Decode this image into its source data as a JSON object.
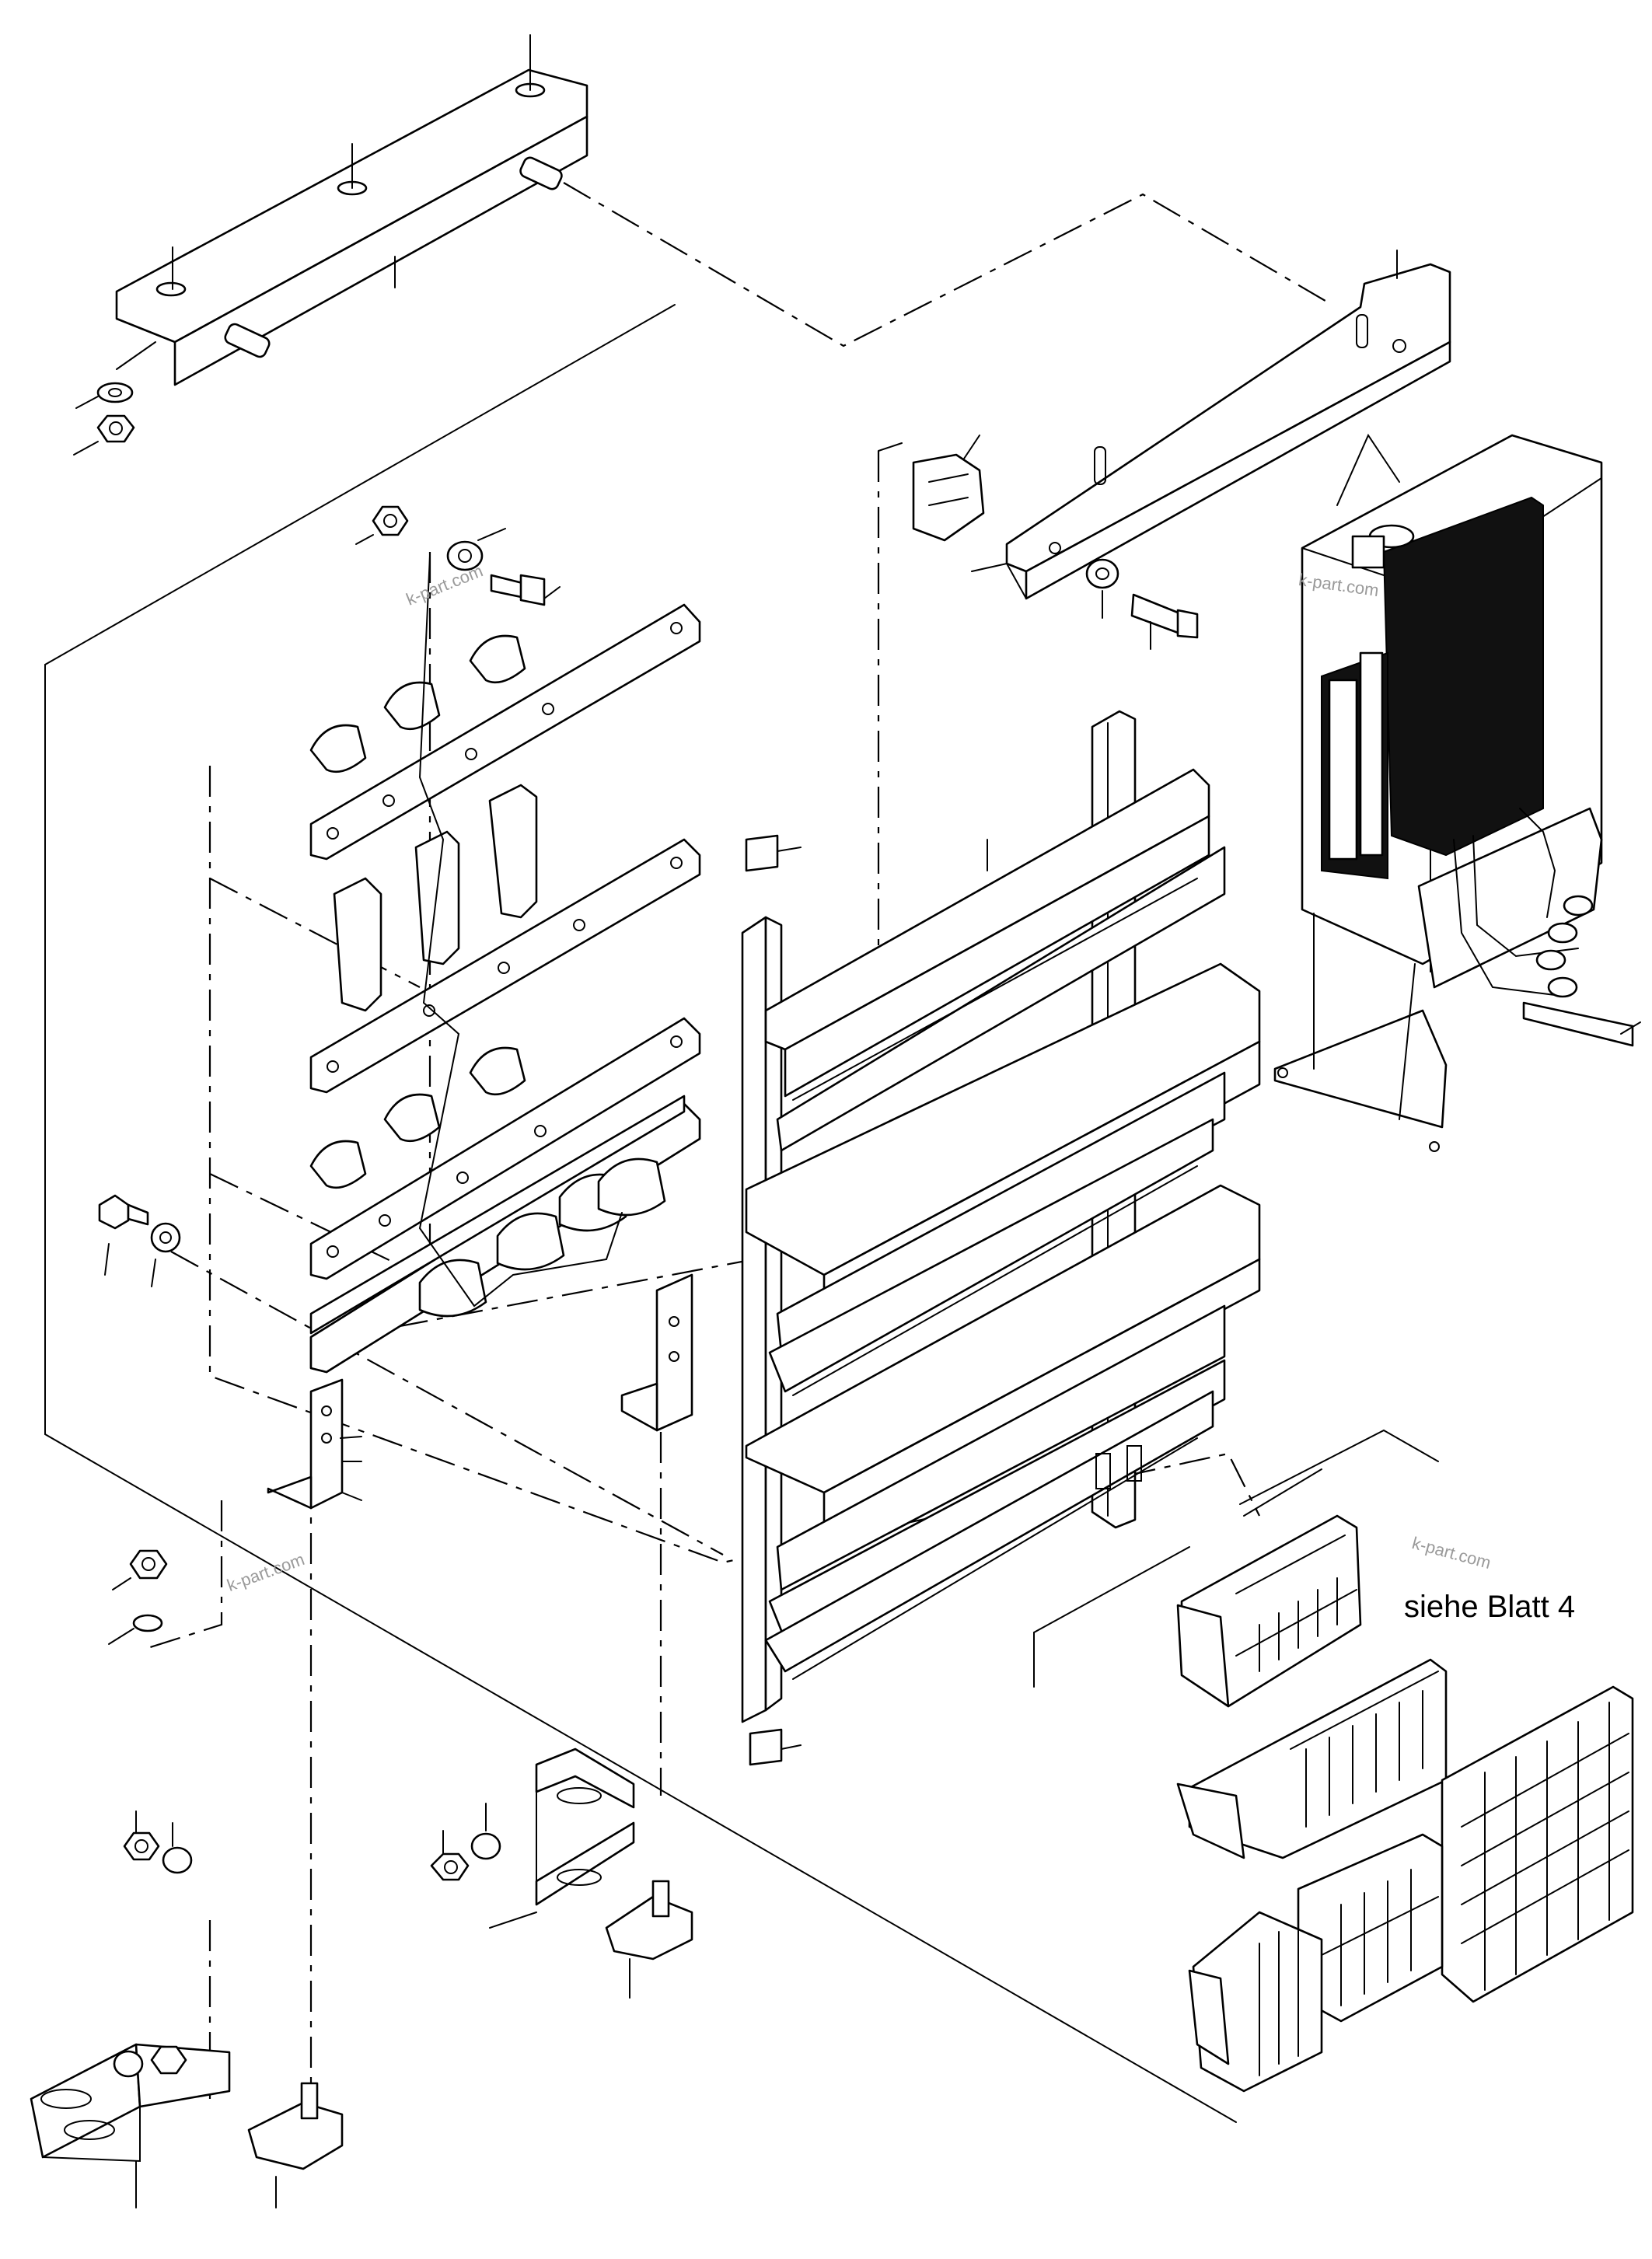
{
  "reference_note": "siehe Blatt 4",
  "watermark": "k-part.com",
  "colors": {
    "ink": "#000000",
    "paper": "#ffffff",
    "watermark": "#9a9a9a"
  },
  "parts": [
    "top-rail-bracket",
    "right-rail-bracket",
    "relay-enclosure",
    "cable-clamp-strips",
    "cable-duct-frame",
    "terminal-blocks",
    "angle-brackets",
    "nuts-washers-bolts"
  ]
}
